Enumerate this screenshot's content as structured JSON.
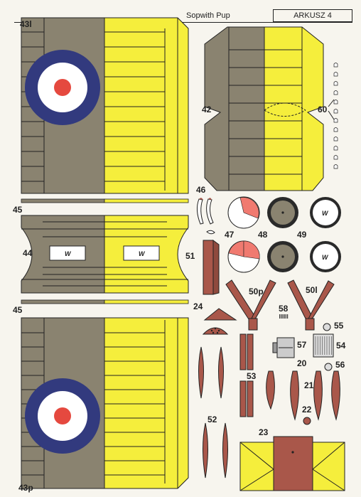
{
  "header": {
    "title": "Sopwith Pup",
    "sheet": "ARKUSZ 4"
  },
  "parts": {
    "p43l": "43l",
    "p43p": "43p",
    "p42": "42",
    "p60": "60",
    "p45a": "45",
    "p45b": "45",
    "p44": "44",
    "p46": "46",
    "p47": "47",
    "p48": "48",
    "p49": "49",
    "p51": "51",
    "p50p": "50p",
    "p50l": "50l",
    "p24": "24",
    "p58": "58",
    "p55": "55",
    "p57": "57",
    "p54": "54",
    "p53": "53",
    "p20": "20",
    "p56": "56",
    "p21": "21",
    "p22": "22",
    "p52": "52",
    "p23": "23"
  },
  "markings": {
    "w": "W"
  },
  "colors": {
    "olive": "#8a8370",
    "yellow": "#f5ee3c",
    "brown": "#a9574a",
    "roundel_blue": "#323a7e",
    "roundel_red": "#e5493f",
    "pink": "#f07a70",
    "tyre": "#2a2a2a",
    "line": "#222222"
  }
}
